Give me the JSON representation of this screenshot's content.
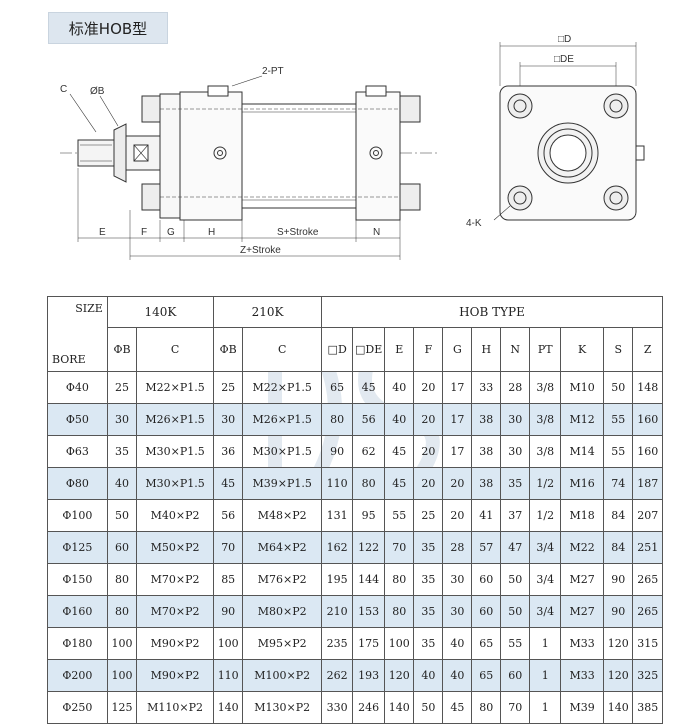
{
  "title": "标准HOB型",
  "drawing": {
    "labels": {
      "C": "C",
      "phiB": "ØB",
      "pt": "2-PT",
      "E": "E",
      "F": "F",
      "G": "G",
      "H": "H",
      "S": "S+Stroke",
      "N": "N",
      "Z": "Z+Stroke",
      "D": "□D",
      "DE": "□DE",
      "K": "4-K"
    }
  },
  "table": {
    "groups": {
      "g140": "140K",
      "g210": "210K",
      "hob": "HOB TYPE"
    },
    "corner": {
      "size": "SIZE",
      "bore": "BORE"
    },
    "columns": [
      "ΦB",
      "C",
      "ΦB",
      "C",
      "□D",
      "□DE",
      "E",
      "F",
      "G",
      "H",
      "N",
      "PT",
      "K",
      "S",
      "Z"
    ],
    "rows": [
      [
        "Φ40",
        "25",
        "M22×P1.5",
        "25",
        "M22×P1.5",
        "65",
        "45",
        "40",
        "20",
        "17",
        "33",
        "28",
        "3/8",
        "M10",
        "50",
        "148"
      ],
      [
        "Φ50",
        "30",
        "M26×P1.5",
        "30",
        "M26×P1.5",
        "80",
        "56",
        "40",
        "20",
        "17",
        "38",
        "30",
        "3/8",
        "M12",
        "55",
        "160"
      ],
      [
        "Φ63",
        "35",
        "M30×P1.5",
        "36",
        "M30×P1.5",
        "90",
        "62",
        "45",
        "20",
        "17",
        "38",
        "30",
        "3/8",
        "M14",
        "55",
        "160"
      ],
      [
        "Φ80",
        "40",
        "M30×P1.5",
        "45",
        "M39×P1.5",
        "110",
        "80",
        "45",
        "20",
        "20",
        "38",
        "35",
        "1/2",
        "M16",
        "74",
        "187"
      ],
      [
        "Φ100",
        "50",
        "M40×P2",
        "56",
        "M48×P2",
        "131",
        "95",
        "55",
        "25",
        "20",
        "41",
        "37",
        "1/2",
        "M18",
        "84",
        "207"
      ],
      [
        "Φ125",
        "60",
        "M50×P2",
        "70",
        "M64×P2",
        "162",
        "122",
        "70",
        "35",
        "28",
        "57",
        "47",
        "3/4",
        "M22",
        "84",
        "251"
      ],
      [
        "Φ150",
        "80",
        "M70×P2",
        "85",
        "M76×P2",
        "195",
        "144",
        "80",
        "35",
        "30",
        "60",
        "50",
        "3/4",
        "M27",
        "90",
        "265"
      ],
      [
        "Φ160",
        "80",
        "M70×P2",
        "90",
        "M80×P2",
        "210",
        "153",
        "80",
        "35",
        "30",
        "60",
        "50",
        "3/4",
        "M27",
        "90",
        "265"
      ],
      [
        "Φ180",
        "100",
        "M90×P2",
        "100",
        "M95×P2",
        "235",
        "175",
        "100",
        "35",
        "40",
        "65",
        "55",
        "1",
        "M33",
        "120",
        "315"
      ],
      [
        "Φ200",
        "100",
        "M90×P2",
        "110",
        "M100×P2",
        "262",
        "193",
        "120",
        "40",
        "40",
        "65",
        "60",
        "1",
        "M33",
        "120",
        "325"
      ],
      [
        "Φ250",
        "125",
        "M110×P2",
        "140",
        "M130×P2",
        "330",
        "246",
        "140",
        "50",
        "45",
        "80",
        "70",
        "1",
        "M39",
        "140",
        "385"
      ]
    ]
  }
}
